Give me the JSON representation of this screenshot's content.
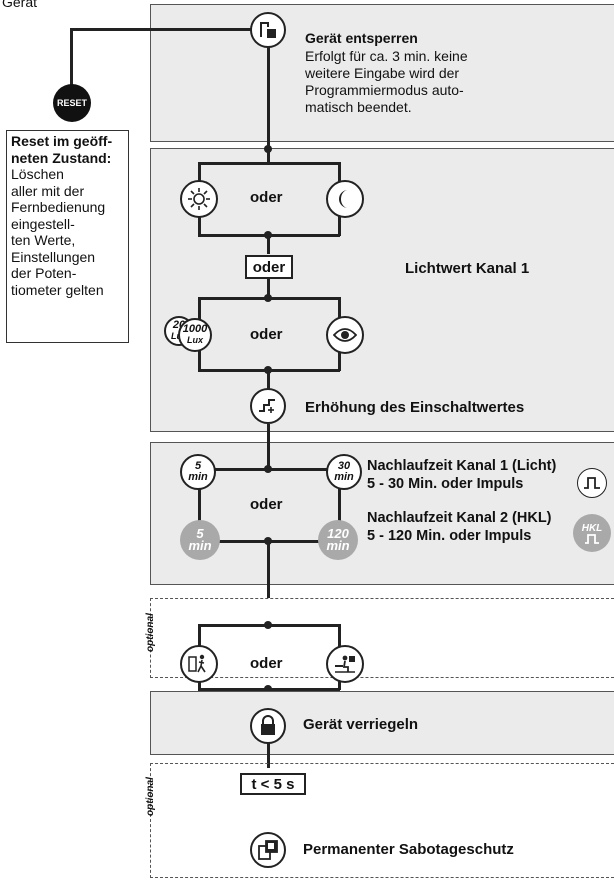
{
  "top_label": "Gerät",
  "reset": {
    "button_label": "RESET",
    "title": "Reset im geöff-neten Zustand:",
    "title_lines": [
      "Reset im geöff-",
      "neten Zustand:"
    ],
    "body_lines": [
      "Löschen",
      "aller mit der",
      "Fernbedienung",
      "eingestell-",
      "ten Werte,",
      "Einstellungen",
      "der Poten-",
      "tiometer gelten"
    ]
  },
  "section_unlock": {
    "title": "Gerät entsperren",
    "desc_lines": [
      "Erfolgt für ca. 3 min. keine",
      "weitere Eingabe wird der",
      "Programmiermodus auto-",
      "matisch beendet."
    ]
  },
  "section_light": {
    "oder_1": "oder",
    "oder_box": "oder",
    "oder_2": "oder",
    "channel_label": "Lichtwert Kanal 1",
    "lux_20": "20",
    "lux_20_unit": "Lux",
    "lux_1000": "1000",
    "lux_1000_unit": "Lux",
    "increase_label": "Erhöhung des Einschaltwertes"
  },
  "section_runtime": {
    "oder": "oder",
    "c1_value": "5",
    "c1_unit": "min",
    "c2_value": "30",
    "c2_unit": "min",
    "c3_value": "5",
    "c3_unit": "min",
    "c4_value": "120",
    "c4_unit": "min",
    "ch1_title": "Nachlaufzeit Kanal 1 (Licht)",
    "ch1_range": "5 - 30 Min. oder Impuls",
    "ch2_title": "Nachlaufzeit Kanal 2 (HKL)",
    "ch2_range": "5 - 120 Min. oder Impuls",
    "hkl_label": "HKL"
  },
  "section_optional_1": {
    "optional": "optional",
    "oder": "oder"
  },
  "section_lock": {
    "label": "Gerät verriegeln"
  },
  "time_box": "t < 5 s",
  "section_optional_2": {
    "optional": "optional",
    "label": "Permanenter Sabotageschutz"
  }
}
